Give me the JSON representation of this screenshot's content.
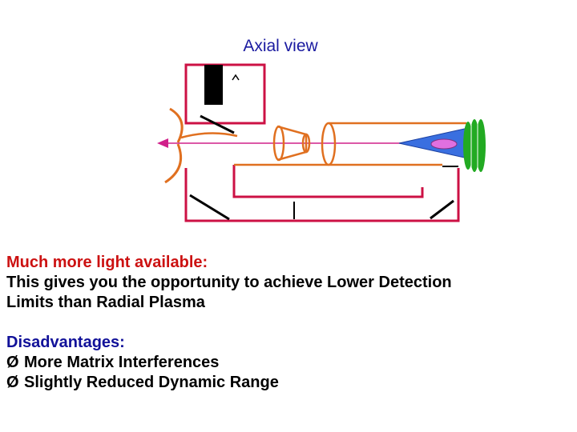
{
  "diagram": {
    "title": "Axial view",
    "colors": {
      "housing": "#cc1144",
      "torch": "#e07020",
      "plasma": "#3a6fe0",
      "plasma_core": "#e070e0",
      "coil": "#22aa22",
      "light_path": "#d0208a"
    }
  },
  "text": {
    "heading": "Much more light available:",
    "body_line1": "This gives you the opportunity to achieve Lower Detection",
    "body_line2": "Limits than Radial Plasma",
    "disadvantages_label": "Disadvantages:",
    "bullet_symbol": "Ø",
    "bullets": [
      "More Matrix Interferences",
      "Slightly Reduced Dynamic Range"
    ]
  }
}
